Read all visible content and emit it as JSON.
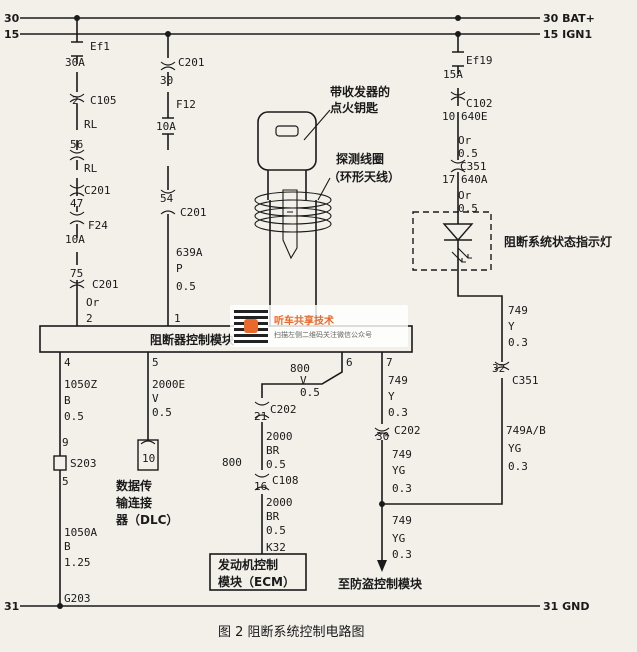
{
  "rails": {
    "r30_left": "30",
    "r30_right": "30 BAT+",
    "r15_left": "15",
    "r15_right": "15 IGN1",
    "r31_left": "31",
    "r31_right": "31 GND"
  },
  "col1": {
    "ef1": "Ef1",
    "ef1_amp": "30A",
    "c105_pin": "2",
    "c105": "C105",
    "rl1": "RL",
    "n56": "56",
    "rl2": "RL",
    "c201a": "C201",
    "n47": "47",
    "f24": "F24",
    "f24_amp": "10A",
    "n75": "75",
    "c201b": "C201",
    "or": "Or",
    "pin2": "2"
  },
  "col2": {
    "c201": "C201",
    "n30": "30",
    "f12": "F12",
    "f12_amp": "10A",
    "n54": "54",
    "c201b": "C201",
    "w639a": "639A",
    "p": "P",
    "g05": "0.5",
    "pin1": "1"
  },
  "key": {
    "label_line1": "带收发器的",
    "label_line2": "点火钥匙",
    "coil_line1": "探测线圈",
    "coil_line2": "（环形天线）"
  },
  "col3": {
    "ef19": "Ef19",
    "ef19_amp": "15A",
    "c102_pin": "10",
    "c102": "C102",
    "w640e": "640E",
    "or1": "Or",
    "g1": "0.5",
    "c351_pin": "17",
    "c351": "C351",
    "w640a": "640A",
    "or2": "Or",
    "g2": "0.5",
    "indicator": "阻断系统状态指示灯"
  },
  "module": {
    "label": "阻断器控制模块"
  },
  "below": {
    "pin4": "4",
    "w1050z": "1050Z",
    "b1": "B",
    "g1": "0.5",
    "pin9": "9",
    "s203": "S203",
    "pin5": "5",
    "w1050a": "1050A",
    "b2": "B",
    "g2": "1.25",
    "g203": "G203",
    "pin5b": "5",
    "w2000e": "2000E",
    "v1": "V",
    "g3": "0.5",
    "dlc_pin": "10",
    "dlc1": "数据传",
    "dlc2": "输连接",
    "dlc3": "器（DLC）",
    "pin6": "6",
    "w800": "800",
    "v2": "V",
    "g4": "0.5",
    "c202a_pin": "21",
    "c202a": "C202",
    "w2000a": "2000",
    "br1": "BR",
    "g5": "0.5",
    "w800b": "800",
    "c108_pin": "16",
    "c108": "C108",
    "w2000b": "2000",
    "br2": "BR",
    "g6": "0.5",
    "k32": "K32",
    "ecm1": "发动机控制",
    "ecm2": "模块（ECM）",
    "pin7": "7",
    "w749a": "749",
    "y1": "Y",
    "g7": "0.3",
    "c202b_pin": "30",
    "c202b": "C202",
    "w749b": "749",
    "yg1": "YG",
    "g8": "0.3",
    "w749c": "749",
    "yg2": "YG",
    "g9": "0.3",
    "antitheft": "至防盗控制模块",
    "w749d": "749",
    "y2": "Y",
    "g10": "0.3",
    "c351_pin": "32",
    "c351": "C351",
    "w749ab": "749A/B",
    "yg3": "YG",
    "g11": "0.3"
  },
  "caption": "图 2   阻断系统控制电路图",
  "watermark": {
    "title": "听车共享技术",
    "sub": "扫描左侧二维码关注微信公众号"
  }
}
